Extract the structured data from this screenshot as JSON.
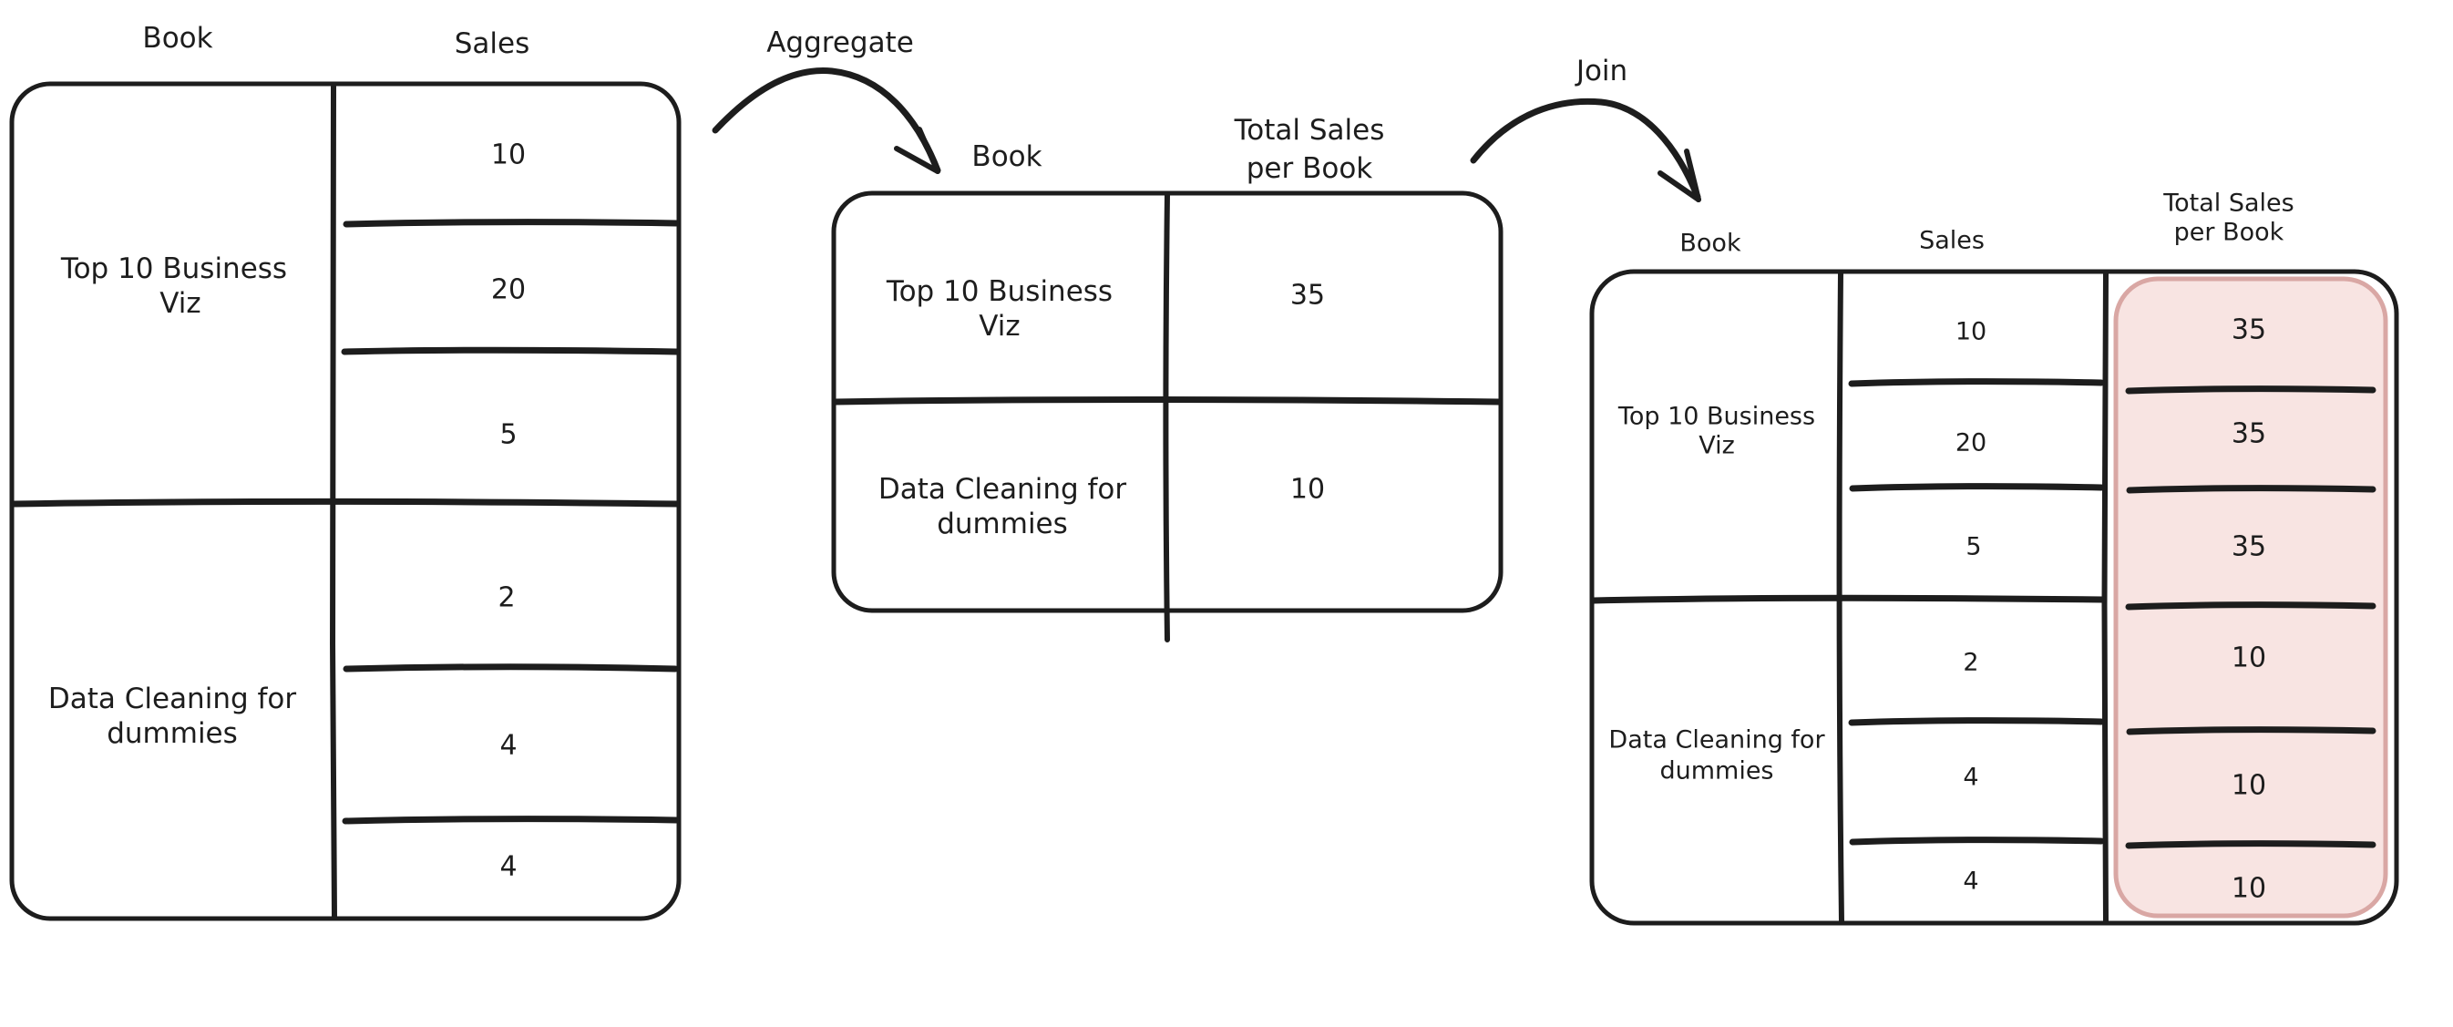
{
  "colors": {
    "ink": "#1d1d1d",
    "highlight_fill": "#f8e4e2",
    "highlight_stroke": "#d9a7a4"
  },
  "labels": {
    "aggregate_arrow": "Aggregate",
    "join_arrow": "Join"
  },
  "source_table": {
    "headers": {
      "book": "Book",
      "sales": "Sales"
    },
    "books": [
      [
        "Top 10 Business",
        "Viz"
      ],
      [
        "Data Cleaning for",
        "dummies"
      ]
    ],
    "sales": [
      "10",
      "20",
      "5",
      "2",
      "4",
      "4"
    ]
  },
  "aggregate_table": {
    "headers": {
      "book": "Book",
      "total_line1": "Total Sales",
      "total_line2": "per Book"
    },
    "books": [
      [
        "Top 10 Business",
        "Viz"
      ],
      [
        "Data Cleaning for",
        "dummies"
      ]
    ],
    "totals": [
      "35",
      "10"
    ]
  },
  "joined_table": {
    "headers": {
      "book": "Book",
      "sales": "Sales",
      "total_line1": "Total Sales",
      "total_line2": "per Book"
    },
    "books": [
      [
        "Top 10 Business",
        "Viz"
      ],
      [
        "Data Cleaning for",
        "dummies"
      ]
    ],
    "sales": [
      "10",
      "20",
      "5",
      "2",
      "4",
      "4"
    ],
    "totals": [
      "35",
      "35",
      "35",
      "10",
      "10",
      "10"
    ]
  }
}
